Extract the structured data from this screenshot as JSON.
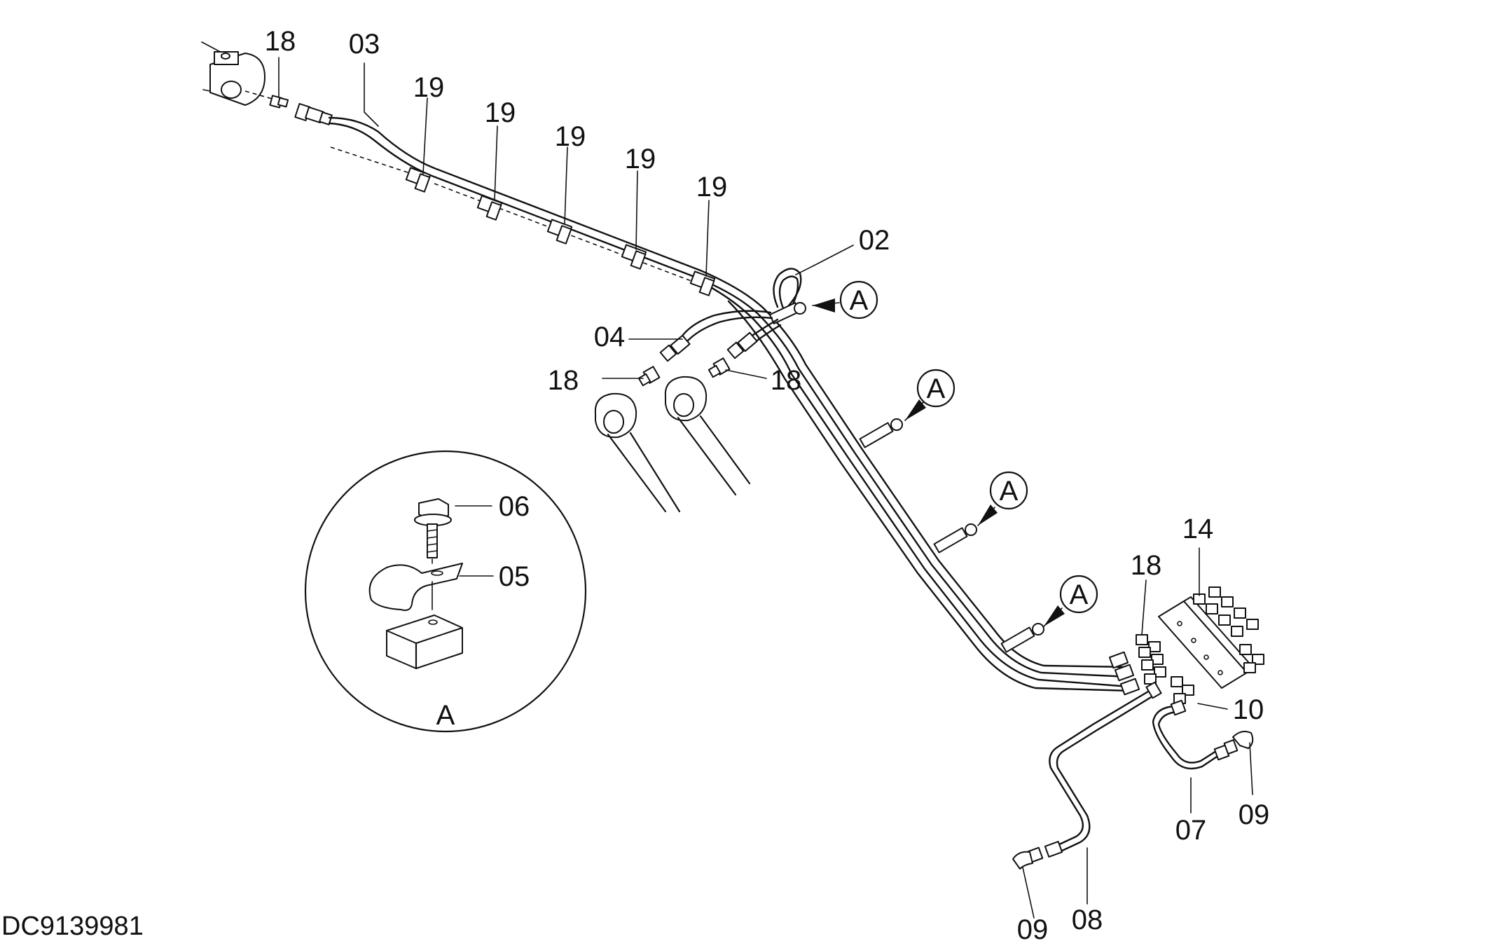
{
  "drawing": {
    "code": "DC9139981",
    "detail_label": "A"
  },
  "callouts": {
    "p18_top": "18",
    "p03": "03",
    "p19_a": "19",
    "p19_b": "19",
    "p19_c": "19",
    "p19_d": "19",
    "p19_e": "19",
    "p02": "02",
    "p04": "04",
    "p18_left": "18",
    "p18_mid": "18",
    "p06": "06",
    "p05": "05",
    "p14": "14",
    "p18_right": "18",
    "p10": "10",
    "p07": "07",
    "p09_right": "09",
    "p08": "08",
    "p09_bottom": "09"
  },
  "detail_refs": [
    "A",
    "A",
    "A",
    "A"
  ]
}
